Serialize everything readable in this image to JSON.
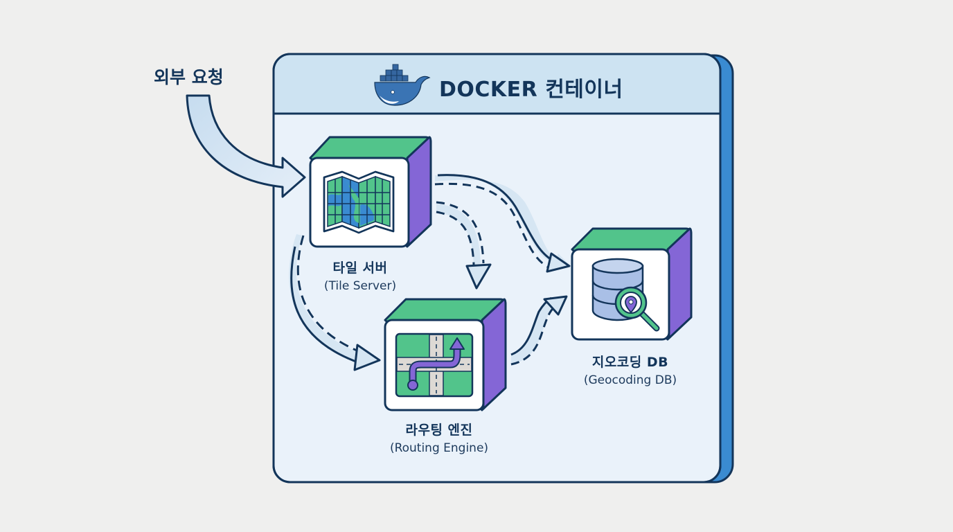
{
  "diagram": {
    "external_request": {
      "label": "외부 요청"
    },
    "container": {
      "title": "DOCKER 컨테이너",
      "icon": "docker-whale-icon"
    },
    "nodes": [
      {
        "id": "tile_server",
        "label_ko": "타일 서버",
        "label_en": "(Tile Server)",
        "icon": "folded-map-icon"
      },
      {
        "id": "routing_engine",
        "label_ko": "라우팅 엔진",
        "label_en": "(Routing Engine)",
        "icon": "route-intersection-icon"
      },
      {
        "id": "geocoding_db",
        "label_ko": "지오코딩 DB",
        "label_en": "(Geocoding DB)",
        "icon": "database-search-location-icon"
      }
    ],
    "edges": [
      {
        "from": "external_request",
        "to": "tile_server",
        "style": "solid"
      },
      {
        "from": "tile_server",
        "to": "geocoding_db",
        "style": "solid-dashed"
      },
      {
        "from": "tile_server",
        "to": "routing_engine",
        "style": "dashed",
        "path": "right"
      },
      {
        "from": "tile_server",
        "to": "routing_engine",
        "style": "dashed",
        "path": "left"
      },
      {
        "from": "routing_engine",
        "to": "geocoding_db",
        "style": "solid-dashed"
      }
    ],
    "colors": {
      "outline": "#13355a",
      "container_side": "#3a8bd1",
      "header_fill": "#cde3f2",
      "body_fill": "#eaf2fa",
      "cube_top": "#52c48b",
      "cube_side": "#8466d6",
      "arrow_fill": "#cfe2f1",
      "map_blue": "#3a8bd1",
      "db_fill": "#a9bfe6"
    }
  }
}
